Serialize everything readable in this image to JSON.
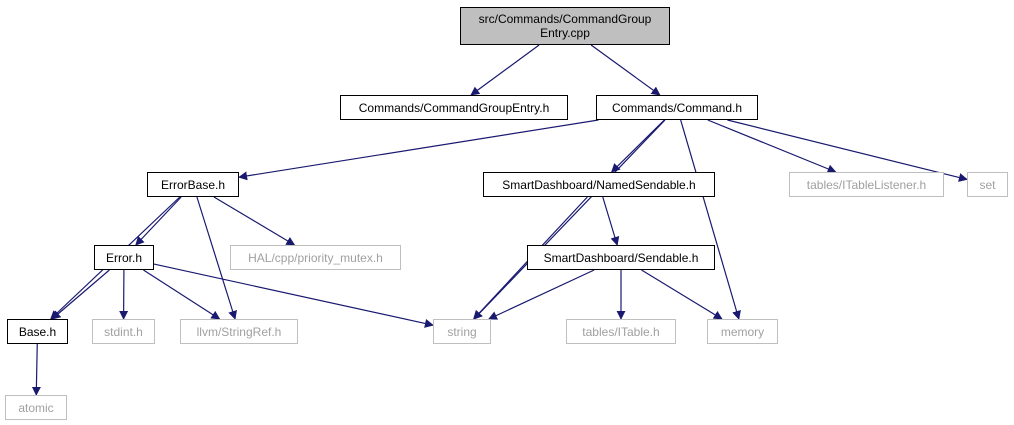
{
  "nodes": {
    "root": {
      "label_1": "src/Commands/CommandGroup",
      "label_2": "Entry.cpp"
    },
    "cmdgroup_h": "Commands/CommandGroupEntry.h",
    "command_h": "Commands/Command.h",
    "errorbase_h": "ErrorBase.h",
    "named_sendable_h": "SmartDashboard/NamedSendable.h",
    "itablelistener_h": "tables/ITableListener.h",
    "set": "set",
    "error_h": "Error.h",
    "priority_mutex_h": "HAL/cpp/priority_mutex.h",
    "sendable_h": "SmartDashboard/Sendable.h",
    "base_h": "Base.h",
    "stdint_h": "stdint.h",
    "stringref_h": "llvm/StringRef.h",
    "string": "string",
    "itable_h": "tables/ITable.h",
    "memory": "memory",
    "atomic": "atomic"
  },
  "colors": {
    "edge": "#191970",
    "root_fill": "#bfbfbf",
    "doc_border": "#000000",
    "external_border": "#bfbfbf",
    "external_text": "#a0a0a0"
  },
  "edges": [
    [
      "root",
      "cmdgroup_h"
    ],
    [
      "root",
      "command_h"
    ],
    [
      "command_h",
      "errorbase_h"
    ],
    [
      "command_h",
      "string"
    ],
    [
      "command_h",
      "named_sendable_h"
    ],
    [
      "command_h",
      "memory"
    ],
    [
      "command_h",
      "itablelistener_h"
    ],
    [
      "command_h",
      "set"
    ],
    [
      "errorbase_h",
      "base_h"
    ],
    [
      "errorbase_h",
      "error_h"
    ],
    [
      "errorbase_h",
      "stringref_h"
    ],
    [
      "errorbase_h",
      "priority_mutex_h"
    ],
    [
      "error_h",
      "base_h"
    ],
    [
      "error_h",
      "stdint_h"
    ],
    [
      "error_h",
      "stringref_h"
    ],
    [
      "error_h",
      "string"
    ],
    [
      "named_sendable_h",
      "string"
    ],
    [
      "named_sendable_h",
      "sendable_h"
    ],
    [
      "sendable_h",
      "string"
    ],
    [
      "sendable_h",
      "itable_h"
    ],
    [
      "sendable_h",
      "memory"
    ],
    [
      "base_h",
      "atomic"
    ]
  ]
}
